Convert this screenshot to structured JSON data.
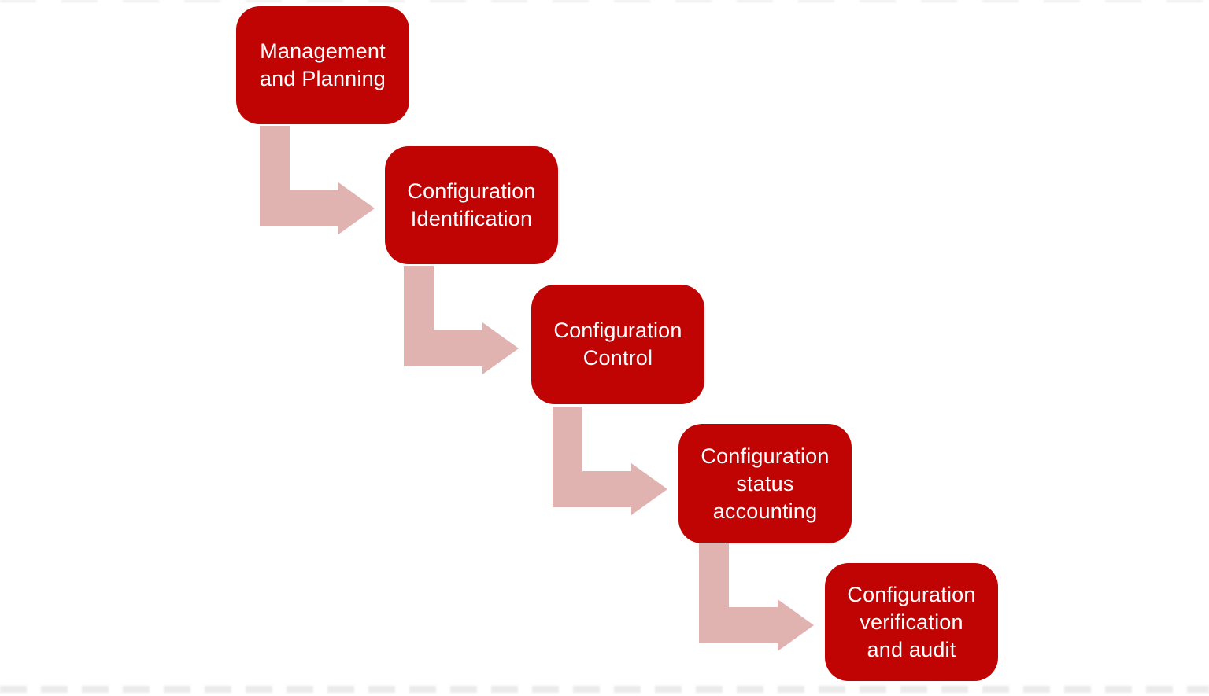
{
  "diagram": {
    "type": "stepped-process-flow",
    "title": "",
    "colors": {
      "bg": "#ffffff",
      "box": "#c00404",
      "arrow": "#e0b2b0",
      "text": "#ffffff"
    },
    "steps": [
      {
        "id": "management-planning",
        "label": "Management\nand Planning"
      },
      {
        "id": "configuration-identification",
        "label": "Configuration\nIdentification"
      },
      {
        "id": "configuration-control",
        "label": "Configuration\nControl"
      },
      {
        "id": "configuration-status-accounting",
        "label": "Configuration\nstatus\naccounting"
      },
      {
        "id": "configuration-verification-audit",
        "label": "Configuration\nverification\nand audit"
      }
    ],
    "connectors": [
      {
        "from": "management-planning",
        "to": "configuration-identification",
        "style": "elbow-down-right"
      },
      {
        "from": "configuration-identification",
        "to": "configuration-control",
        "style": "elbow-down-right"
      },
      {
        "from": "configuration-control",
        "to": "configuration-status-accounting",
        "style": "elbow-down-right"
      },
      {
        "from": "configuration-status-accounting",
        "to": "configuration-verification-audit",
        "style": "elbow-down-right"
      }
    ]
  }
}
